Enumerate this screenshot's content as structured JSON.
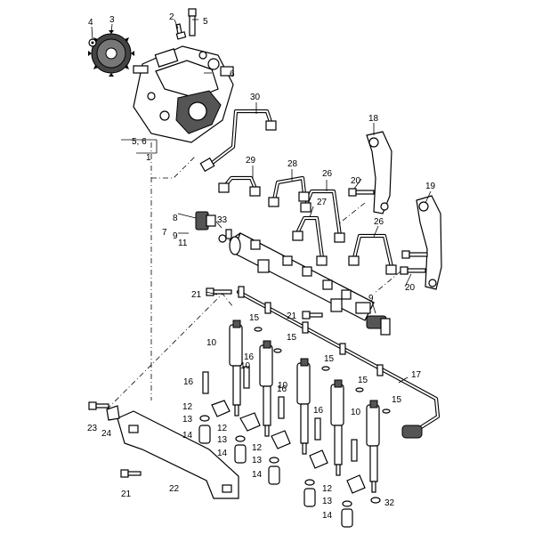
{
  "diagram": {
    "callouts": [
      {
        "id": "c1",
        "text": "1"
      },
      {
        "id": "c2",
        "text": "2"
      },
      {
        "id": "c3",
        "text": "3"
      },
      {
        "id": "c4",
        "text": "4"
      },
      {
        "id": "c5",
        "text": "5"
      },
      {
        "id": "c5-6",
        "text": "5, 6"
      },
      {
        "id": "c6",
        "text": "6"
      },
      {
        "id": "c7",
        "text": "7"
      },
      {
        "id": "c8",
        "text": "8"
      },
      {
        "id": "c9a",
        "text": "9"
      },
      {
        "id": "c9b",
        "text": "9"
      },
      {
        "id": "c10a",
        "text": "10"
      },
      {
        "id": "c10b",
        "text": "10"
      },
      {
        "id": "c10c",
        "text": "10"
      },
      {
        "id": "c10d",
        "text": "10"
      },
      {
        "id": "c11",
        "text": "11"
      },
      {
        "id": "c12a",
        "text": "12"
      },
      {
        "id": "c12b",
        "text": "12"
      },
      {
        "id": "c12c",
        "text": "12"
      },
      {
        "id": "c12d",
        "text": "12"
      },
      {
        "id": "c13a",
        "text": "13"
      },
      {
        "id": "c13b",
        "text": "13"
      },
      {
        "id": "c13c",
        "text": "13"
      },
      {
        "id": "c13d",
        "text": "13"
      },
      {
        "id": "c14a",
        "text": "14"
      },
      {
        "id": "c14b",
        "text": "14"
      },
      {
        "id": "c14c",
        "text": "14"
      },
      {
        "id": "c14d",
        "text": "14"
      },
      {
        "id": "c15a",
        "text": "15"
      },
      {
        "id": "c15b",
        "text": "15"
      },
      {
        "id": "c15c",
        "text": "15"
      },
      {
        "id": "c15d",
        "text": "15"
      },
      {
        "id": "c15e",
        "text": "15"
      },
      {
        "id": "c16a",
        "text": "16"
      },
      {
        "id": "c16b",
        "text": "16"
      },
      {
        "id": "c16c",
        "text": "16"
      },
      {
        "id": "c16d",
        "text": "16"
      },
      {
        "id": "c17",
        "text": "17"
      },
      {
        "id": "c18",
        "text": "18"
      },
      {
        "id": "c19",
        "text": "19"
      },
      {
        "id": "c20a",
        "text": "20"
      },
      {
        "id": "c20b",
        "text": "20"
      },
      {
        "id": "c21a",
        "text": "21"
      },
      {
        "id": "c21b",
        "text": "21"
      },
      {
        "id": "c21c",
        "text": "21"
      },
      {
        "id": "c22",
        "text": "22"
      },
      {
        "id": "c23",
        "text": "23"
      },
      {
        "id": "c24",
        "text": "24"
      },
      {
        "id": "c26a",
        "text": "26"
      },
      {
        "id": "c26b",
        "text": "26"
      },
      {
        "id": "c27",
        "text": "27"
      },
      {
        "id": "c28",
        "text": "28"
      },
      {
        "id": "c29",
        "text": "29"
      },
      {
        "id": "c30",
        "text": "30"
      },
      {
        "id": "c32",
        "text": "32"
      },
      {
        "id": "c33",
        "text": "33"
      }
    ]
  }
}
